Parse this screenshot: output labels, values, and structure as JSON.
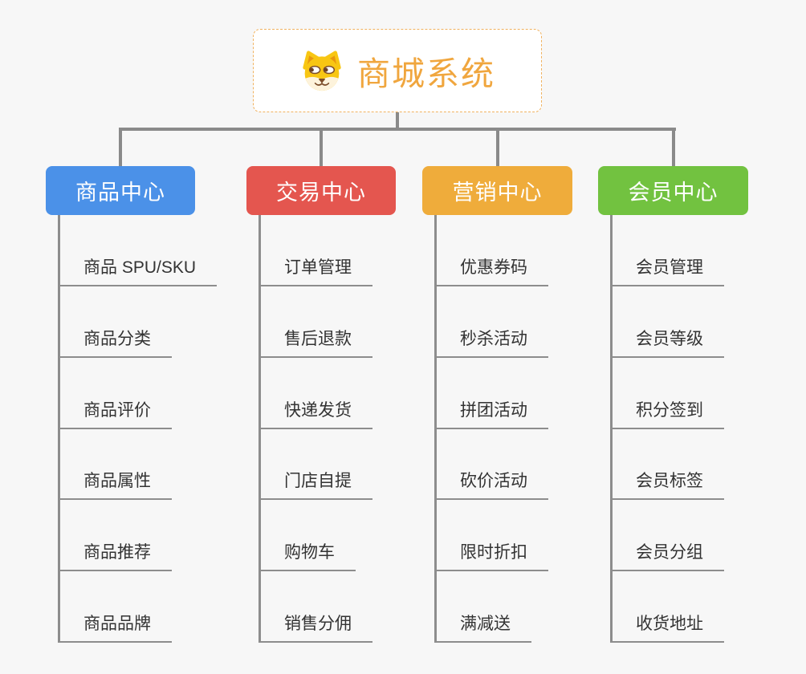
{
  "root": {
    "label": "商城系统",
    "accent_color": "#f0a63e",
    "border_color": "#f0b25f",
    "icon": "dog-icon"
  },
  "connector_color": "#8a8a8a",
  "branches": [
    {
      "label": "商品中心",
      "color": "#4b91e8",
      "items": [
        "商品 SPU/SKU",
        "商品分类",
        "商品评价",
        "商品属性",
        "商品推荐",
        "商品品牌"
      ]
    },
    {
      "label": "交易中心",
      "color": "#e4564f",
      "items": [
        "订单管理",
        "售后退款",
        "快递发货",
        "门店自提",
        "购物车",
        "销售分佣"
      ]
    },
    {
      "label": "营销中心",
      "color": "#efac3b",
      "items": [
        "优惠券码",
        "秒杀活动",
        "拼团活动",
        "砍价活动",
        "限时折扣",
        "满减送"
      ]
    },
    {
      "label": "会员中心",
      "color": "#72c240",
      "items": [
        "会员管理",
        "会员等级",
        "积分签到",
        "会员标签",
        "会员分组",
        "收货地址"
      ]
    }
  ]
}
